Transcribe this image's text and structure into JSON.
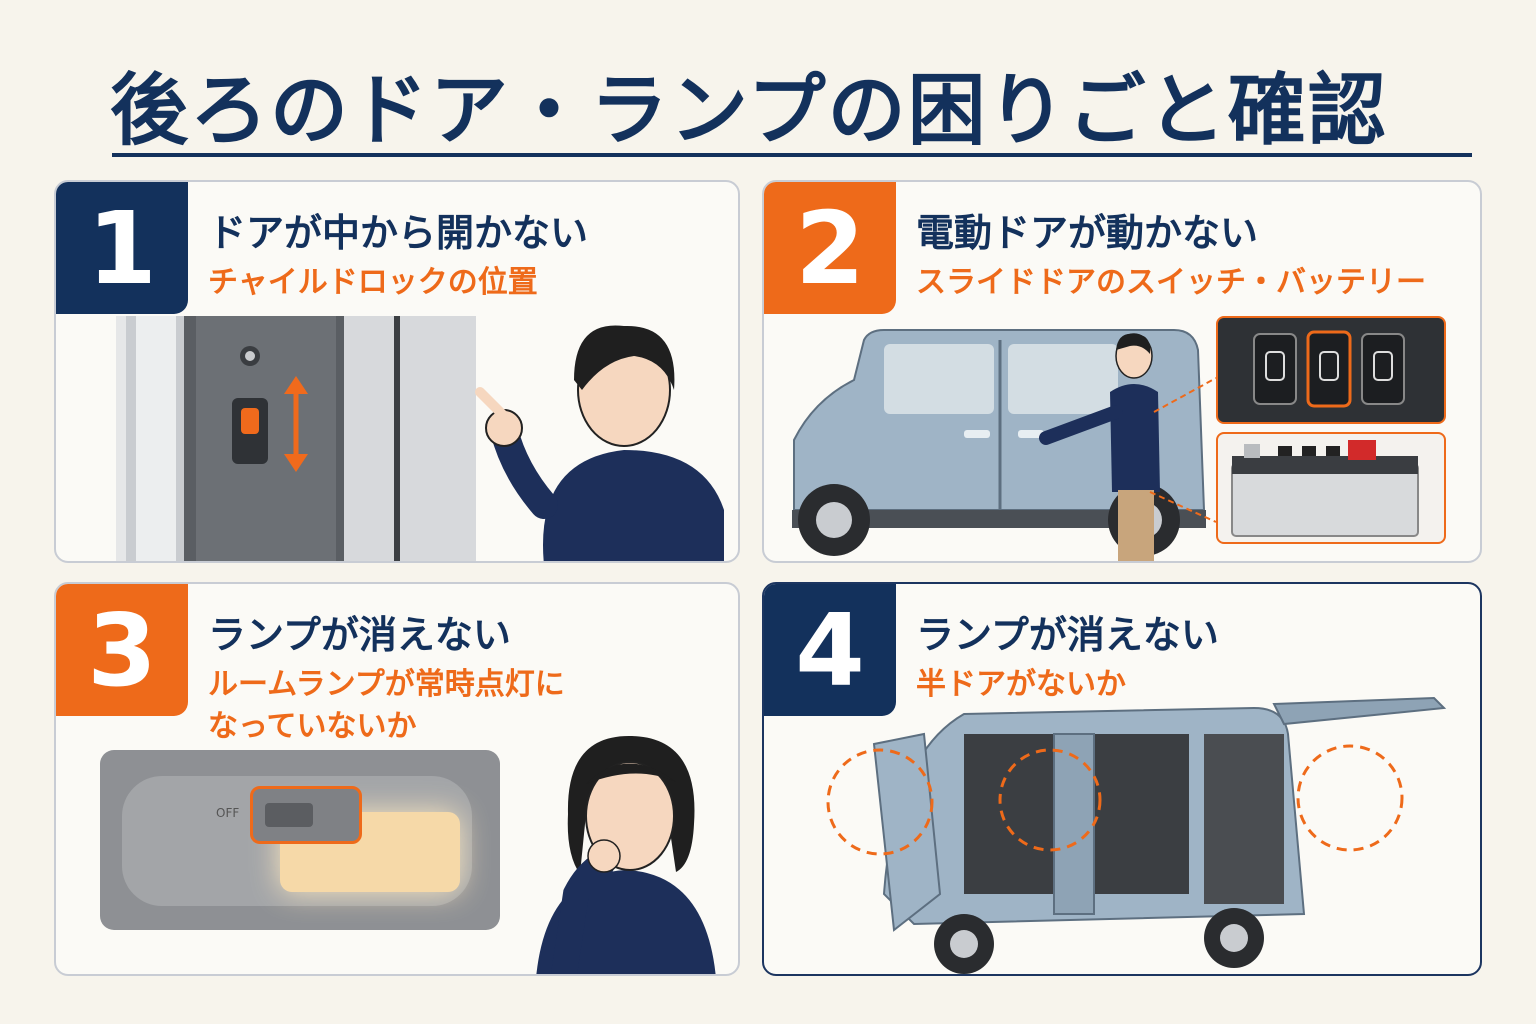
{
  "page": {
    "title": "後ろのドア・ランプの困りごと確認"
  },
  "panels": [
    {
      "number": "1",
      "heading": "ドアが中から開かない",
      "sub": "チャイルドロックの位置"
    },
    {
      "number": "2",
      "heading": "電動ドアが動かない",
      "sub": "スライドドアのスイッチ・バッテリー"
    },
    {
      "number": "3",
      "heading": "ランプが消えない",
      "sub_line1": "ルームランプが常時点灯に",
      "sub_line2": "なっていないか"
    },
    {
      "number": "4",
      "heading": "ランプが消えない",
      "sub": "半ドアがないか"
    }
  ],
  "illustration": {
    "lamp_switch_label": "OFF"
  },
  "colors": {
    "navy": "#13315c",
    "orange": "#ee6a1a",
    "van_blue": "#9fb4c6",
    "background": "#f7f4ec"
  }
}
